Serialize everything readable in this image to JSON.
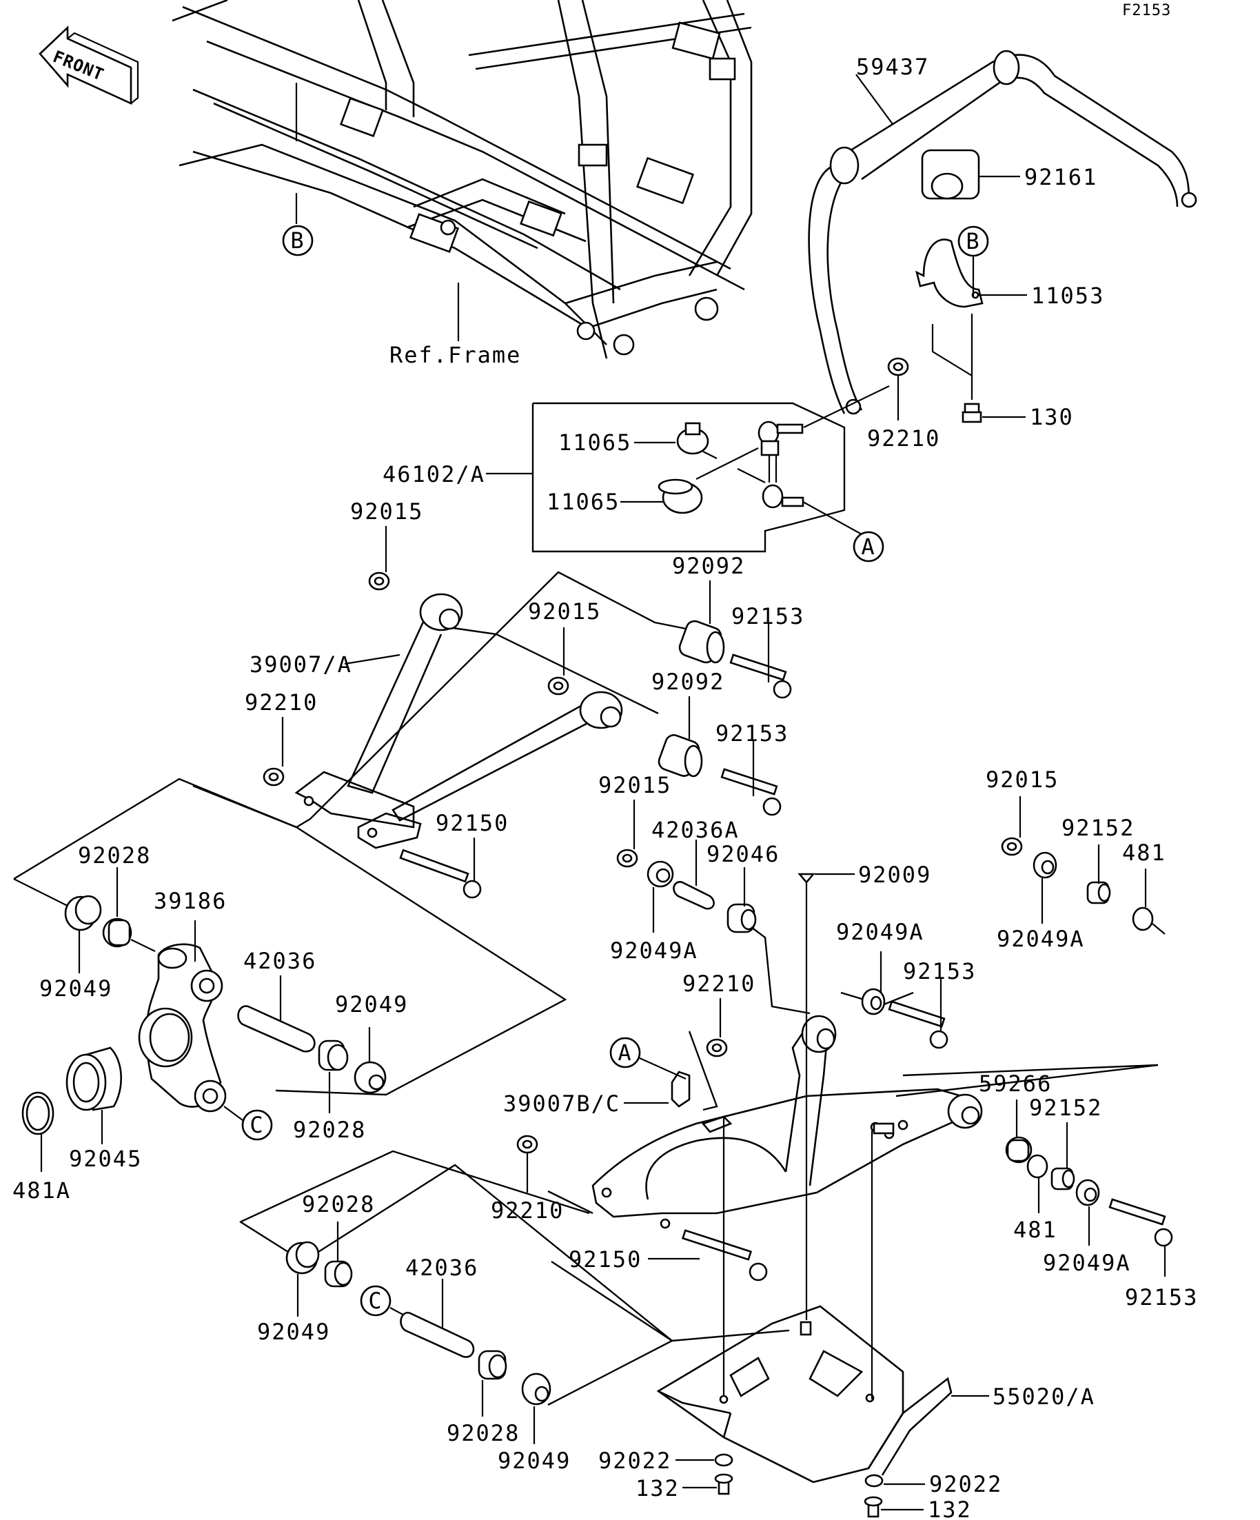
{
  "figure_code": "F2153",
  "front_label": "FRONT",
  "ref_frame": "Ref.Frame",
  "refs": {
    "a": "A",
    "b": "B",
    "c": "C"
  },
  "parts": {
    "p59437": "59437",
    "p92161": "92161",
    "p11053": "11053",
    "p130": "130",
    "p92210_a": "92210",
    "p11065_a": "11065",
    "p11065_b": "11065",
    "p46102A": "46102/A",
    "p92015_a": "92015",
    "p92092_a": "92092",
    "p92153_a": "92153",
    "p92015_b": "92015",
    "p39007A": "39007/A",
    "p92092_b": "92092",
    "p92210_b": "92210",
    "p92153_b": "92153",
    "p92015_c": "92015",
    "p92015_d": "92015",
    "p92150_a": "92150",
    "p42036A": "42036A",
    "p92152_a": "92152",
    "p92046": "92046",
    "p481_a": "481",
    "p92028_a": "92028",
    "p92009": "92009",
    "p39186": "39186",
    "p92049A_a": "92049A",
    "p92049A_b": "92049A",
    "p92049A_c": "92049A",
    "p42036_a": "42036",
    "p92210_c": "92210",
    "p92153_c": "92153",
    "p92049_a": "92049",
    "p92049_b": "92049",
    "p59266": "59266",
    "p92152_b": "92152",
    "p92028_b": "92028",
    "p92045": "92045",
    "p39007BC": "39007B/C",
    "p481A": "481A",
    "p92210_d": "92210",
    "p92028_c": "92028",
    "p481_b": "481",
    "p92150_b": "92150",
    "p92049A_d": "92049A",
    "p42036_b": "42036",
    "p92153_d": "92153",
    "p92049_c": "92049",
    "p55020A": "55020/A",
    "p92028_d": "92028",
    "p92049_d": "92049",
    "p92022_a": "92022",
    "p92022_b": "92022",
    "p132_a": "132",
    "p132_b": "132"
  }
}
